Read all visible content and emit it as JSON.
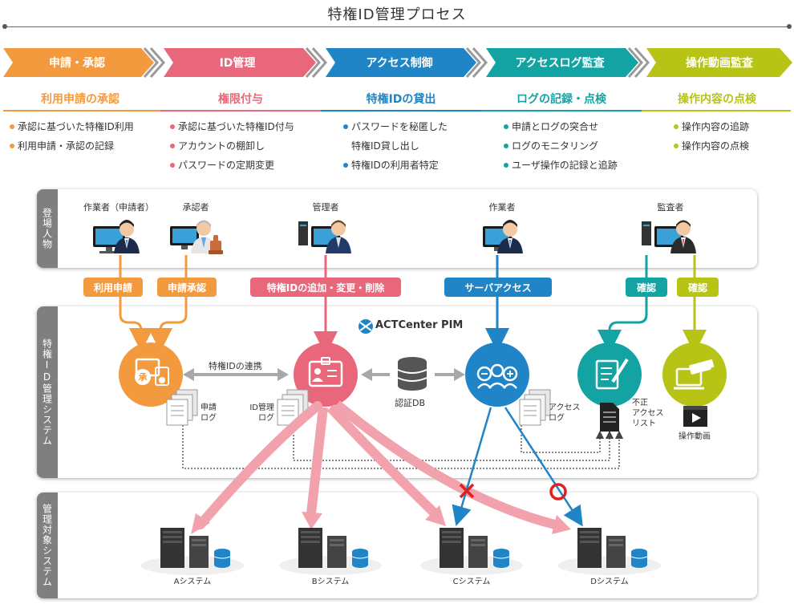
{
  "title": "特権ID管理プロセス",
  "stages": [
    {
      "label": "申請・承認",
      "sub": "利用申請の承認",
      "color": "#f39a3f",
      "items": [
        "承認に基づいた特権ID利用",
        "利用申請・承認の記録"
      ]
    },
    {
      "label": "ID管理",
      "sub": "権限付与",
      "color": "#e8677a",
      "items": [
        "承認に基づいた特権ID付与",
        "アカウントの棚卸し",
        "パスワードの定期変更"
      ]
    },
    {
      "label": "アクセス制御",
      "sub": "特権IDの貸出",
      "color": "#1f85c6",
      "items": [
        "パスワードを秘匿した",
        "特権ID貸し出し",
        "特権IDの利用者特定"
      ]
    },
    {
      "label": "アクセスログ監査",
      "sub": "ログの記録・点検",
      "color": "#13a3a3",
      "items": [
        "申請とログの突合せ",
        "ログのモニタリング",
        "ユーザ操作の記録と追跡"
      ]
    },
    {
      "label": "操作動画監査",
      "sub": "操作内容の点検",
      "color": "#b7c315",
      "items": [
        "操作内容の追跡",
        "操作内容の点検"
      ]
    }
  ],
  "bands": {
    "actors": "登場人物",
    "pim": "特権ID管理システム",
    "targets": "管理対象システム"
  },
  "actors": [
    "作業者（申請者）",
    "承認者",
    "管理者",
    "作業者",
    "監査者"
  ],
  "tags": {
    "usage_request": "利用申請",
    "approval": "申請承認",
    "id_ops": "特権IDの追加・変更・削除",
    "server_access": "サーバアクセス",
    "confirm1": "確認",
    "confirm2": "確認"
  },
  "product": "ACTCenter PIM",
  "pim": {
    "link_label": "特権IDの連携",
    "db_label": "認証DB",
    "log1": [
      "申請",
      "ログ"
    ],
    "log2": [
      "ID管理",
      "ログ"
    ],
    "log3": [
      "アクセス",
      "ログ"
    ],
    "unauth": [
      "不正",
      "アクセス",
      "リスト"
    ],
    "video": "操作動画",
    "stamp_char": "承"
  },
  "systems": [
    "Aシステム",
    "Bシステム",
    "Cシステム",
    "Dシステム"
  ],
  "colors": {
    "orange": "#f39a3f",
    "pink": "#e8677a",
    "blue": "#1f85c6",
    "teal": "#13a3a3",
    "lime": "#b7c315",
    "gray": "#7f7f7f",
    "lightpink": "#f2a2ac",
    "red": "#e02020"
  }
}
